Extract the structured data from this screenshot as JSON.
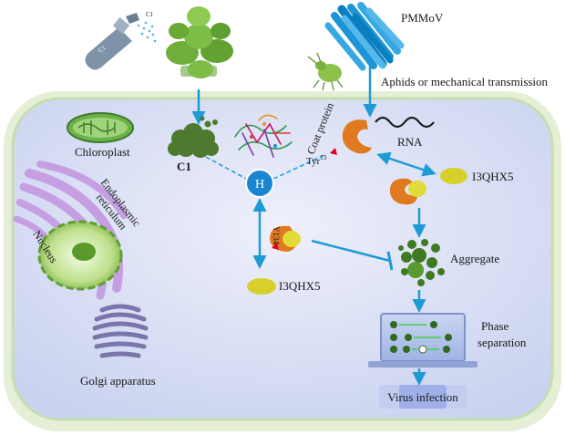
{
  "labels": {
    "c1_spray": "C1",
    "pmmov": "PMMoV",
    "transmission": "Aphids or mechanical transmission",
    "chloroplast": "Chloroplast",
    "er": "Endoplasmic",
    "er2": "reticulum",
    "nucleus": "Nucleus",
    "golgi": "Golgi apparatus",
    "c1": "C1",
    "h": "H",
    "coat_protein": "Coat protein",
    "rna": "RNA",
    "tyr": "Tyr",
    "tyr_sup": "13",
    "i3qhx5_right": "I3QHX5",
    "i3qhx5_left": "I3QHX5",
    "y134": "Y134",
    "aggregate": "Aggregate",
    "phase": "Phase",
    "separation": "separation",
    "virus": "Virus infection"
  },
  "colors": {
    "cell_fill": "#dde3f6",
    "cell_border": "#cfe3b4",
    "arrow": "#1e9ad6",
    "c1_green": "#4a7a2a",
    "coat_orange": "#e07a20",
    "yellow": "#d8d02a",
    "h_blue": "#1a86d0",
    "er_purple": "#b98ad6",
    "golgi": "#8a86b8"
  }
}
